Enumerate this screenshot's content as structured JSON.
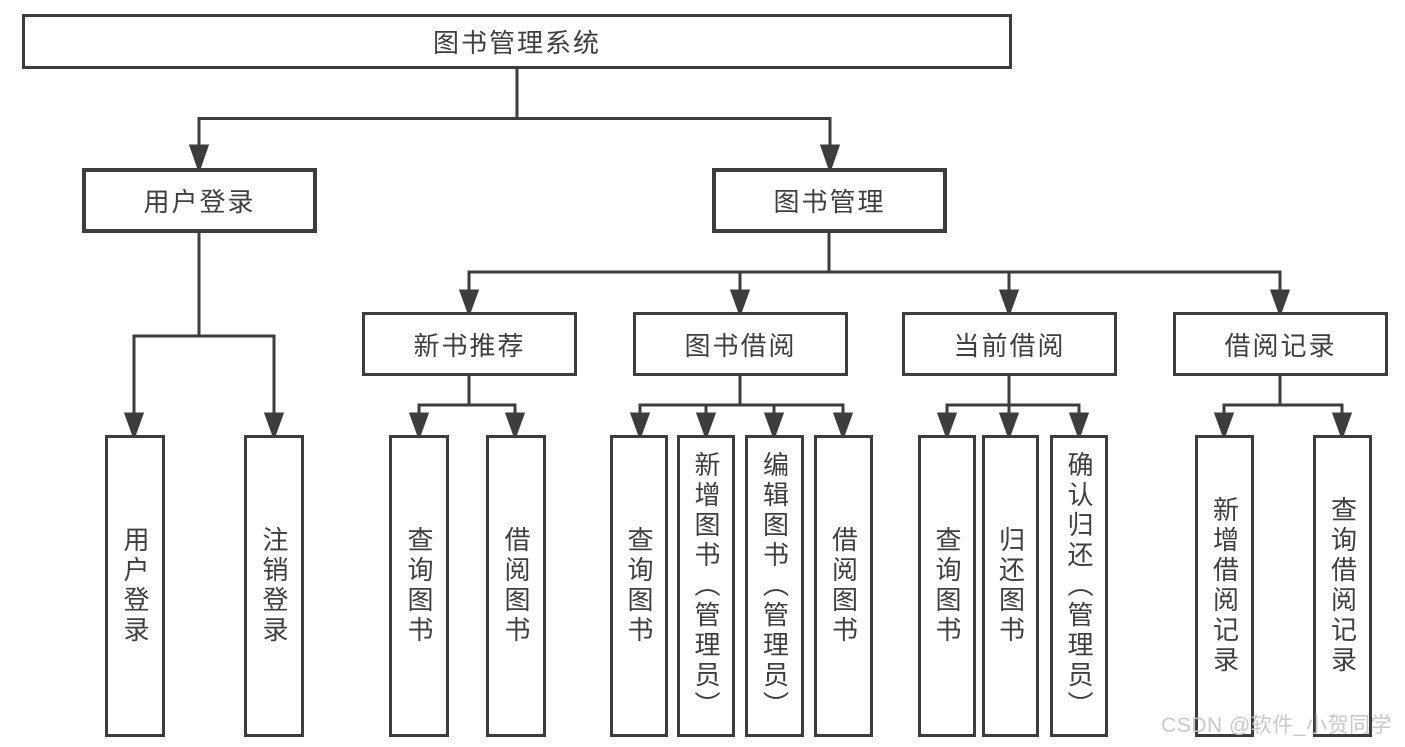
{
  "diagram": {
    "root": "图书管理系统",
    "level2": {
      "user_login": "用户登录",
      "book_management": "图书管理"
    },
    "level3": {
      "new_book": "新书推荐",
      "book_borrow": "图书借阅",
      "current_borrow": "当前借阅",
      "borrow_record": "借阅记录"
    },
    "leaves": {
      "user_login": [
        "用户登录",
        "注销登录"
      ],
      "new_book": [
        "查询图书",
        "借阅图书"
      ],
      "book_borrow": [
        "查询图书",
        "新增图书（管理员）",
        "编辑图书（管理员）",
        "借阅图书"
      ],
      "current_borrow": [
        "查询图书",
        "归还图书",
        "确认归还（管理员）"
      ],
      "borrow_record": [
        "新增借阅记录",
        "查询借阅记录"
      ]
    },
    "colors": {
      "line": "#3d3d3d",
      "text": "#3f3f3f",
      "background": "#ffffff",
      "watermark": "#c5c5c5"
    }
  },
  "watermark": "CSDN @软件_小贺同学"
}
